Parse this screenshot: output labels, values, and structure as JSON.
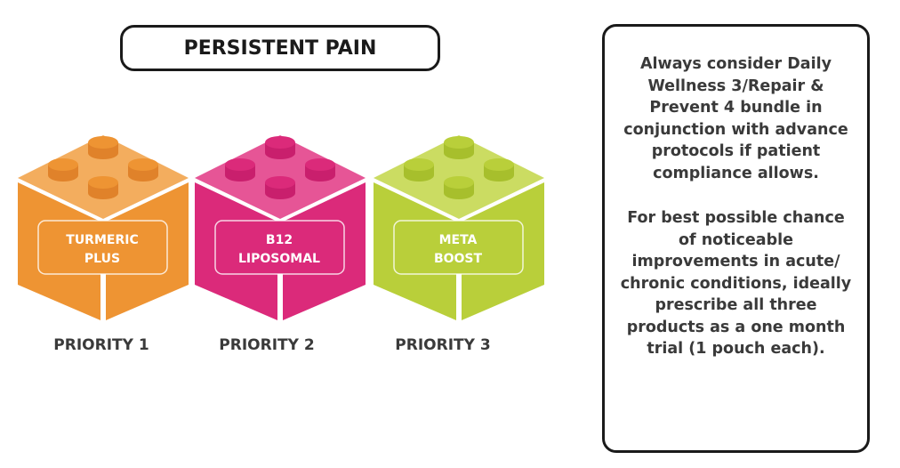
{
  "title": "PERSISTENT PAIN",
  "blocks": [
    {
      "line1": "TURMERIC",
      "line2": "PLUS",
      "priority": "PRIORITY 1",
      "color": "#ee9433",
      "light": "#f3ad5e",
      "dark": "#e0822a"
    },
    {
      "line1": "B12",
      "line2": "LIPOSOMAL",
      "priority": "PRIORITY 2",
      "color": "#db2a7a",
      "light": "#e65596",
      "dark": "#c91f6d"
    },
    {
      "line1": "META",
      "line2": "BOOST",
      "priority": "PRIORITY 3",
      "color": "#b9cf3a",
      "light": "#cbdc62",
      "dark": "#a7bf2c"
    }
  ],
  "note": {
    "paragraph1": "Always consider Daily Wellness 3/Repair & Prevent 4 bundle in conjunction with advance protocols if patient compliance allows.",
    "paragraph2": "For best possible chance of noticeable improvements in acute/ chronic conditions, ideally prescribe all three products as a one month trial (1 pouch each)."
  }
}
